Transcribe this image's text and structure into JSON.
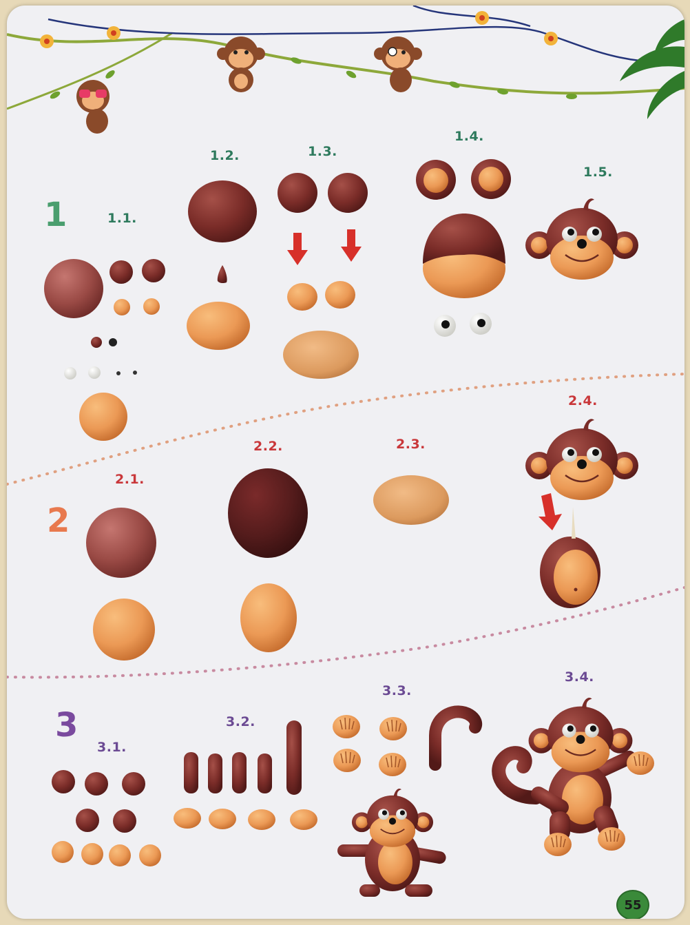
{
  "page_number": "55",
  "sections": [
    {
      "number": "1",
      "color": "#4a9e6e"
    },
    {
      "number": "2",
      "color": "#e8794e"
    },
    {
      "number": "3",
      "color": "#7a4a9e"
    }
  ],
  "steps": {
    "s1_1": "1.1.",
    "s1_2": "1.2.",
    "s1_3": "1.3.",
    "s1_4": "1.4.",
    "s1_5": "1.5.",
    "s2_1": "2.1.",
    "s2_2": "2.2.",
    "s2_3": "2.3.",
    "s2_4": "2.4.",
    "s3_1": "3.1.",
    "s3_2": "3.2.",
    "s3_3": "3.3.",
    "s3_4": "3.4."
  },
  "colors": {
    "brown": "#7e2e2a",
    "dark_brown": "#5a1f1c",
    "orange": "#e9954e",
    "arrow_red": "#d7302a",
    "vine_green": "#8da83a",
    "dots": "#e0a080"
  }
}
